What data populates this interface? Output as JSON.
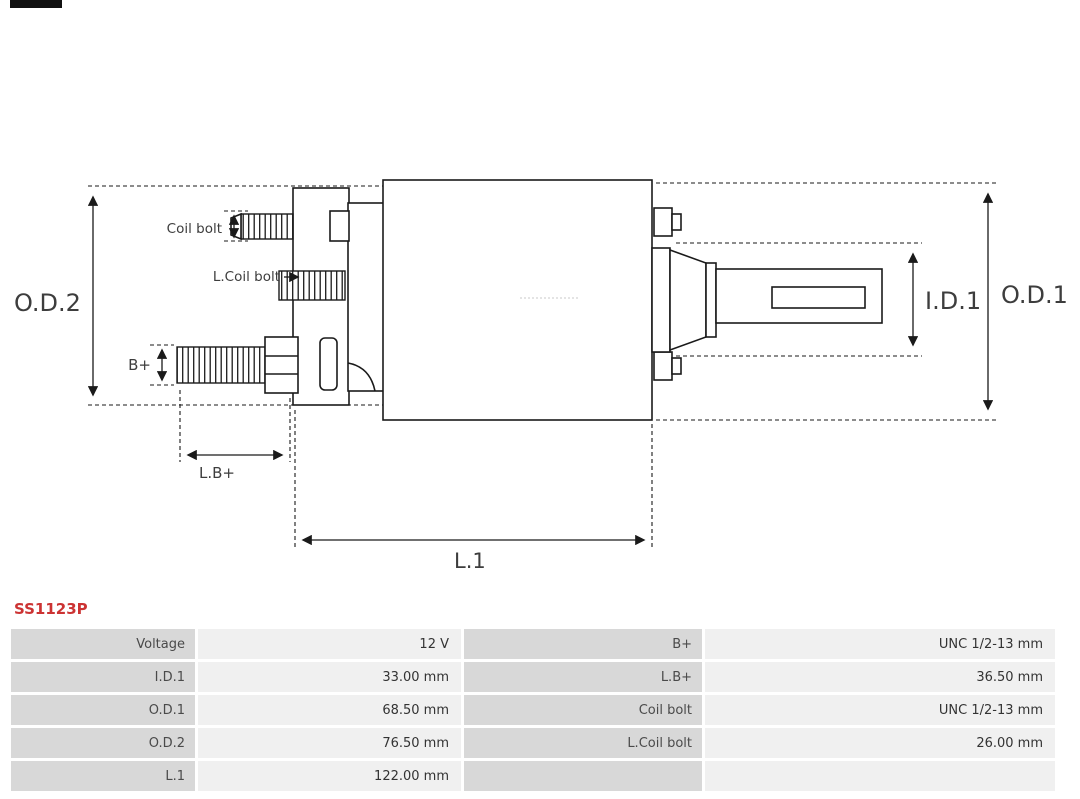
{
  "part_number": "SS1123P",
  "diagram": {
    "labels": {
      "od2": "O.D.2",
      "od1": "O.D.1",
      "id1": "I.D.1",
      "l1": "L.1",
      "lb": "L.B+",
      "b": "B+",
      "coil_bolt": "Coil bolt",
      "l_coil_bolt": "L.Coil bolt"
    }
  },
  "spec_table": {
    "rows": [
      {
        "c0": "Voltage",
        "c1": "12 V",
        "c2": "B+",
        "c3": "UNC 1/2-13 mm"
      },
      {
        "c0": "I.D.1",
        "c1": "33.00 mm",
        "c2": "L.B+",
        "c3": "36.50 mm"
      },
      {
        "c0": "O.D.1",
        "c1": "68.50 mm",
        "c2": "Coil bolt",
        "c3": "UNC 1/2-13 mm"
      },
      {
        "c0": "O.D.2",
        "c1": "76.50 mm",
        "c2": "L.Coil bolt",
        "c3": "26.00 mm"
      },
      {
        "c0": "L.1",
        "c1": "122.00 mm",
        "c2": "",
        "c3": ""
      }
    ]
  },
  "colors": {
    "accent": "#cc3333",
    "cell_label_bg": "#d8d8d8",
    "cell_value_bg": "#f0f0f0",
    "line": "#1a1a1a"
  }
}
